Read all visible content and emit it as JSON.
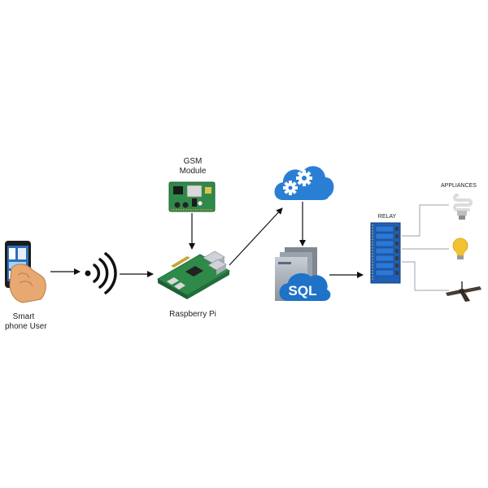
{
  "labels": {
    "smartphone_line1": "Smart",
    "smartphone_line2": "phone User",
    "gsm_line1": "GSM",
    "gsm_line2": "Module",
    "raspberry_pi": "Raspberry Pi",
    "sql": "SQL",
    "relay": "RELAY",
    "appliances": "APPLIANCES"
  },
  "icons": {
    "phone": "smartphone-hand-icon",
    "wireless": "wireless-signal-icon",
    "gsm": "gsm-module-board-icon",
    "pi": "raspberry-pi-board-icon",
    "cloud": "cloud-gears-icon",
    "database": "sql-database-icon",
    "relay": "relay-module-icon",
    "cfl": "cfl-bulb-icon",
    "bulb": "light-bulb-icon",
    "fan": "ceiling-fan-icon"
  },
  "colors": {
    "sql_blue": "#1e73c8",
    "cloud_blue": "#2a7fd4",
    "relay_blue": "#1f5fb4",
    "board_green": "#2f8a4a",
    "bulb_yellow": "#f2c230",
    "arrow": "#111111",
    "wire": "#9aa3b0"
  }
}
